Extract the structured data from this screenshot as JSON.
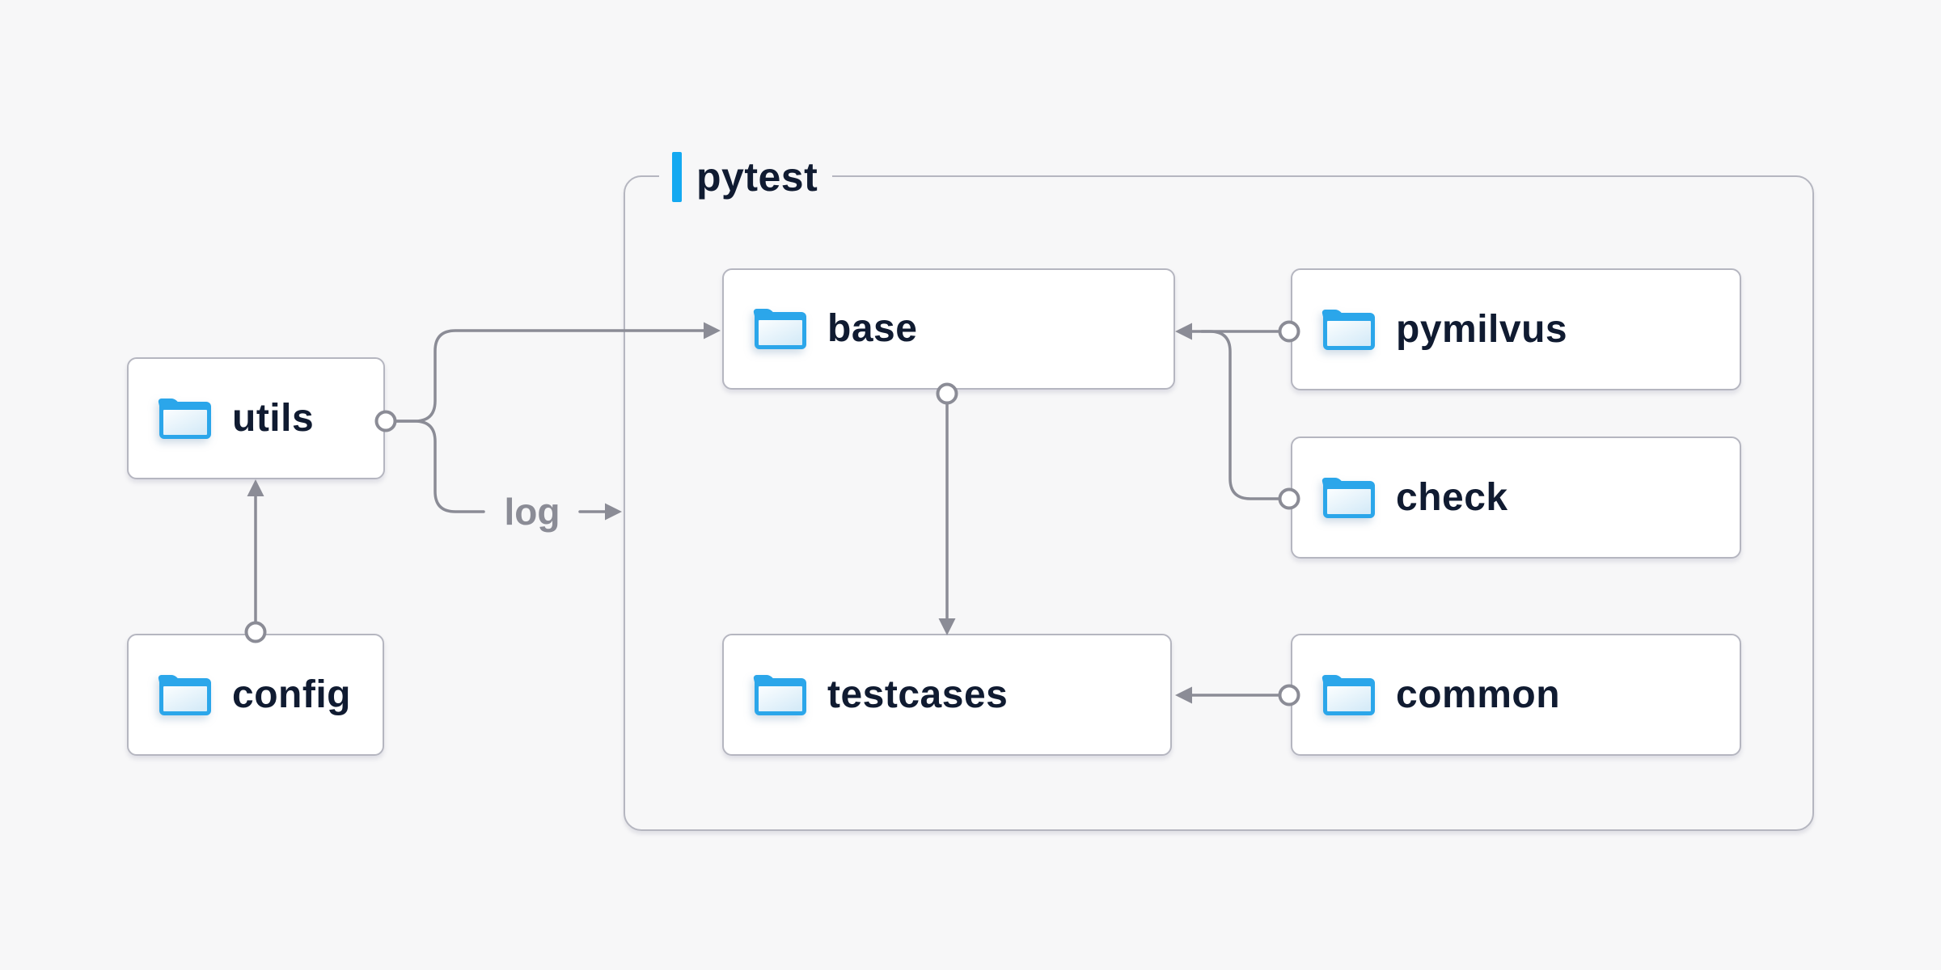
{
  "diagram": {
    "container": {
      "label": "pytest"
    },
    "nodes": {
      "utils": {
        "label": "utils",
        "icon": "folder-icon"
      },
      "config": {
        "label": "config",
        "icon": "folder-icon"
      },
      "base": {
        "label": "base",
        "icon": "folder-icon"
      },
      "pymilvus": {
        "label": "pymilvus",
        "icon": "folder-icon"
      },
      "check": {
        "label": "check",
        "icon": "folder-icon"
      },
      "testcases": {
        "label": "testcases",
        "icon": "folder-icon"
      },
      "common": {
        "label": "common",
        "icon": "folder-icon"
      }
    },
    "edge_labels": {
      "log": "log"
    },
    "edges": [
      {
        "from": "config",
        "to": "utils",
        "style": "arrow"
      },
      {
        "from": "utils",
        "to": "base",
        "style": "arrow"
      },
      {
        "from": "utils",
        "to": "pytest",
        "style": "arrow",
        "label": "log"
      },
      {
        "from": "pymilvus",
        "to": "base",
        "style": "arrow"
      },
      {
        "from": "check",
        "to": "base",
        "style": "arrow"
      },
      {
        "from": "base",
        "to": "testcases",
        "style": "arrow"
      },
      {
        "from": "common",
        "to": "testcases",
        "style": "arrow"
      }
    ],
    "colors": {
      "background": "#f7f7f8",
      "box_fill": "#ffffff",
      "box_border": "#b5b6c0",
      "line_gray": "#8b8c96",
      "text_navy": "#101b31",
      "edge_label_gray": "#8b8c96",
      "accent_blue": "#14a9f1",
      "folder_blue": "#2ba6ea",
      "folder_fill_light": "#e8f4fc"
    }
  }
}
